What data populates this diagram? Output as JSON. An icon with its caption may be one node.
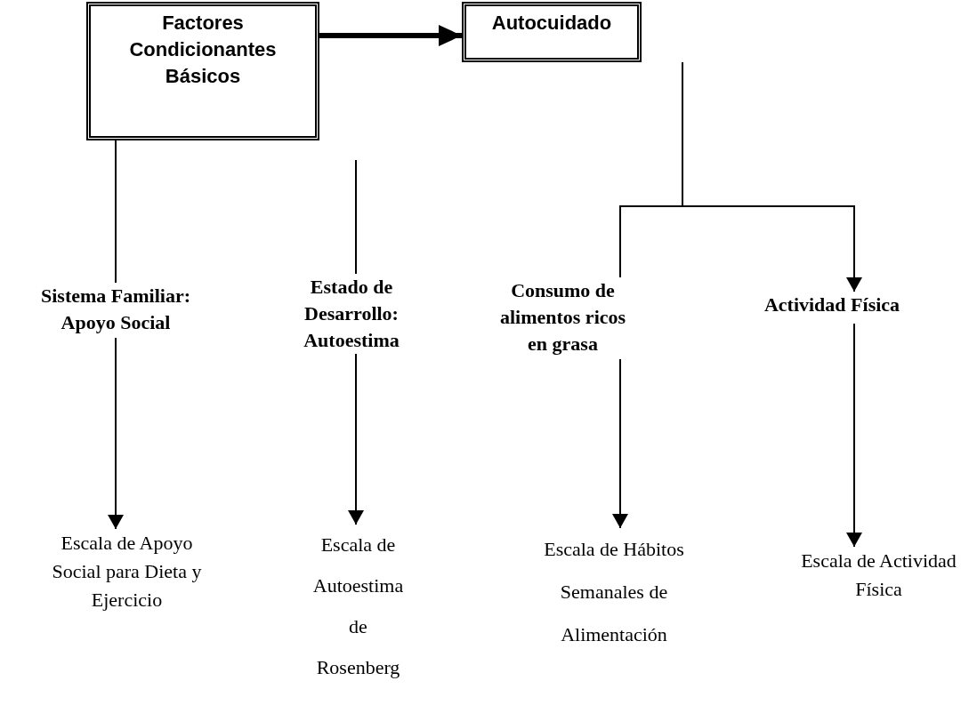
{
  "diagram": {
    "nodes": [
      {
        "text": [
          "Factores Condicionantes Básicos"
        ]
      },
      {
        "text": [
          "Autocuidado"
        ]
      },
      {
        "text": [
          "Sistema Familiar: Apoyo Social"
        ]
      },
      {
        "text": [
          "Estado de Desarrollo: Autoestima"
        ]
      },
      {
        "text": [
          "Consumo de alimentos ricos en grasa"
        ]
      },
      {
        "text": [
          "Actividad Física"
        ]
      },
      {
        "text": [
          "Escala de Apoyo Social para Dieta y Ejercicio"
        ]
      },
      {
        "text": [
          "Escala de Autoestima de Rosenberg"
        ]
      },
      {
        "text": [
          "Escala de Hábitos Semanales de Alimentación"
        ]
      },
      {
        "text": [
          "Escala de Actividad Física"
        ]
      }
    ],
    "edges": [
      {
        "from": 0,
        "to": 1,
        "arrow": "to",
        "style": "thick"
      },
      {
        "from": 0,
        "to": 2,
        "arrow": "none"
      },
      {
        "from": 0,
        "to": 3,
        "arrow": "none"
      },
      {
        "from": 1,
        "to": 4,
        "arrow": "none"
      },
      {
        "from": 1,
        "to": 5,
        "arrow": "to"
      },
      {
        "from": 2,
        "to": 6,
        "arrow": "to"
      },
      {
        "from": 3,
        "to": 7,
        "arrow": "to"
      },
      {
        "from": 4,
        "to": 8,
        "arrow": "to"
      },
      {
        "from": 5,
        "to": 9,
        "arrow": "to"
      }
    ]
  }
}
